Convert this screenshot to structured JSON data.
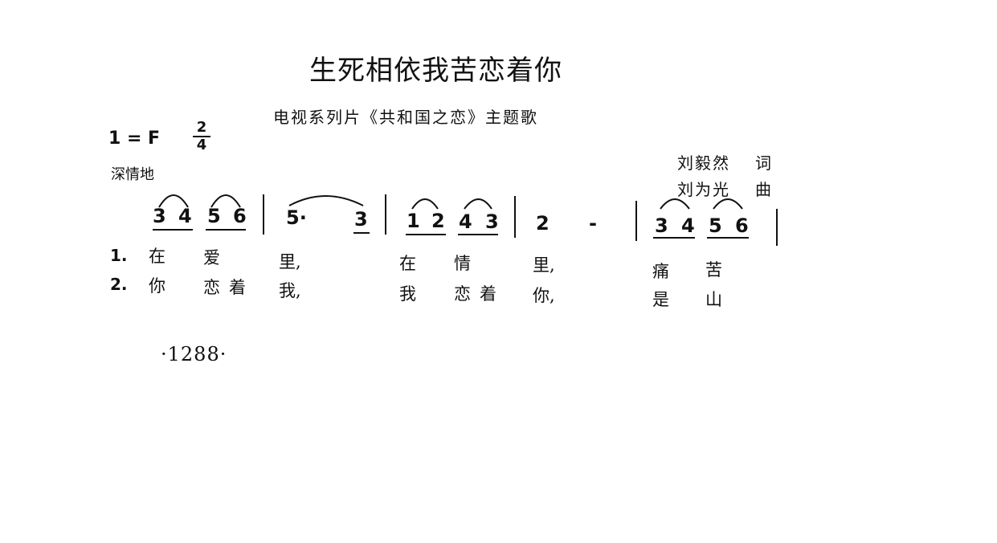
{
  "title": "生死相依我苦恋着你",
  "subtitle": "电视系列片《共和国之恋》主题歌",
  "key": "1 = F",
  "time_signature": {
    "top": "2",
    "bottom": "4"
  },
  "tempo": "深情地",
  "credits": {
    "lyricist_name": "刘毅然",
    "lyricist_role": "词",
    "composer_name": "刘为光",
    "composer_role": "曲"
  },
  "notes": [
    "3",
    "4",
    "5",
    "6",
    "5·",
    "3",
    "1",
    "2",
    "4",
    "3",
    "2",
    "-",
    "3",
    "4",
    "5",
    "6"
  ],
  "verse1": {
    "number": "1.",
    "words": [
      "在",
      "爱",
      "里,",
      "在",
      "情",
      "里,",
      "痛",
      "苦"
    ]
  },
  "verse2": {
    "number": "2.",
    "words": [
      "你",
      "恋",
      "着",
      "我,",
      "我",
      "恋",
      "着",
      "你,",
      "是",
      "山"
    ]
  },
  "page_number": "·1288·"
}
